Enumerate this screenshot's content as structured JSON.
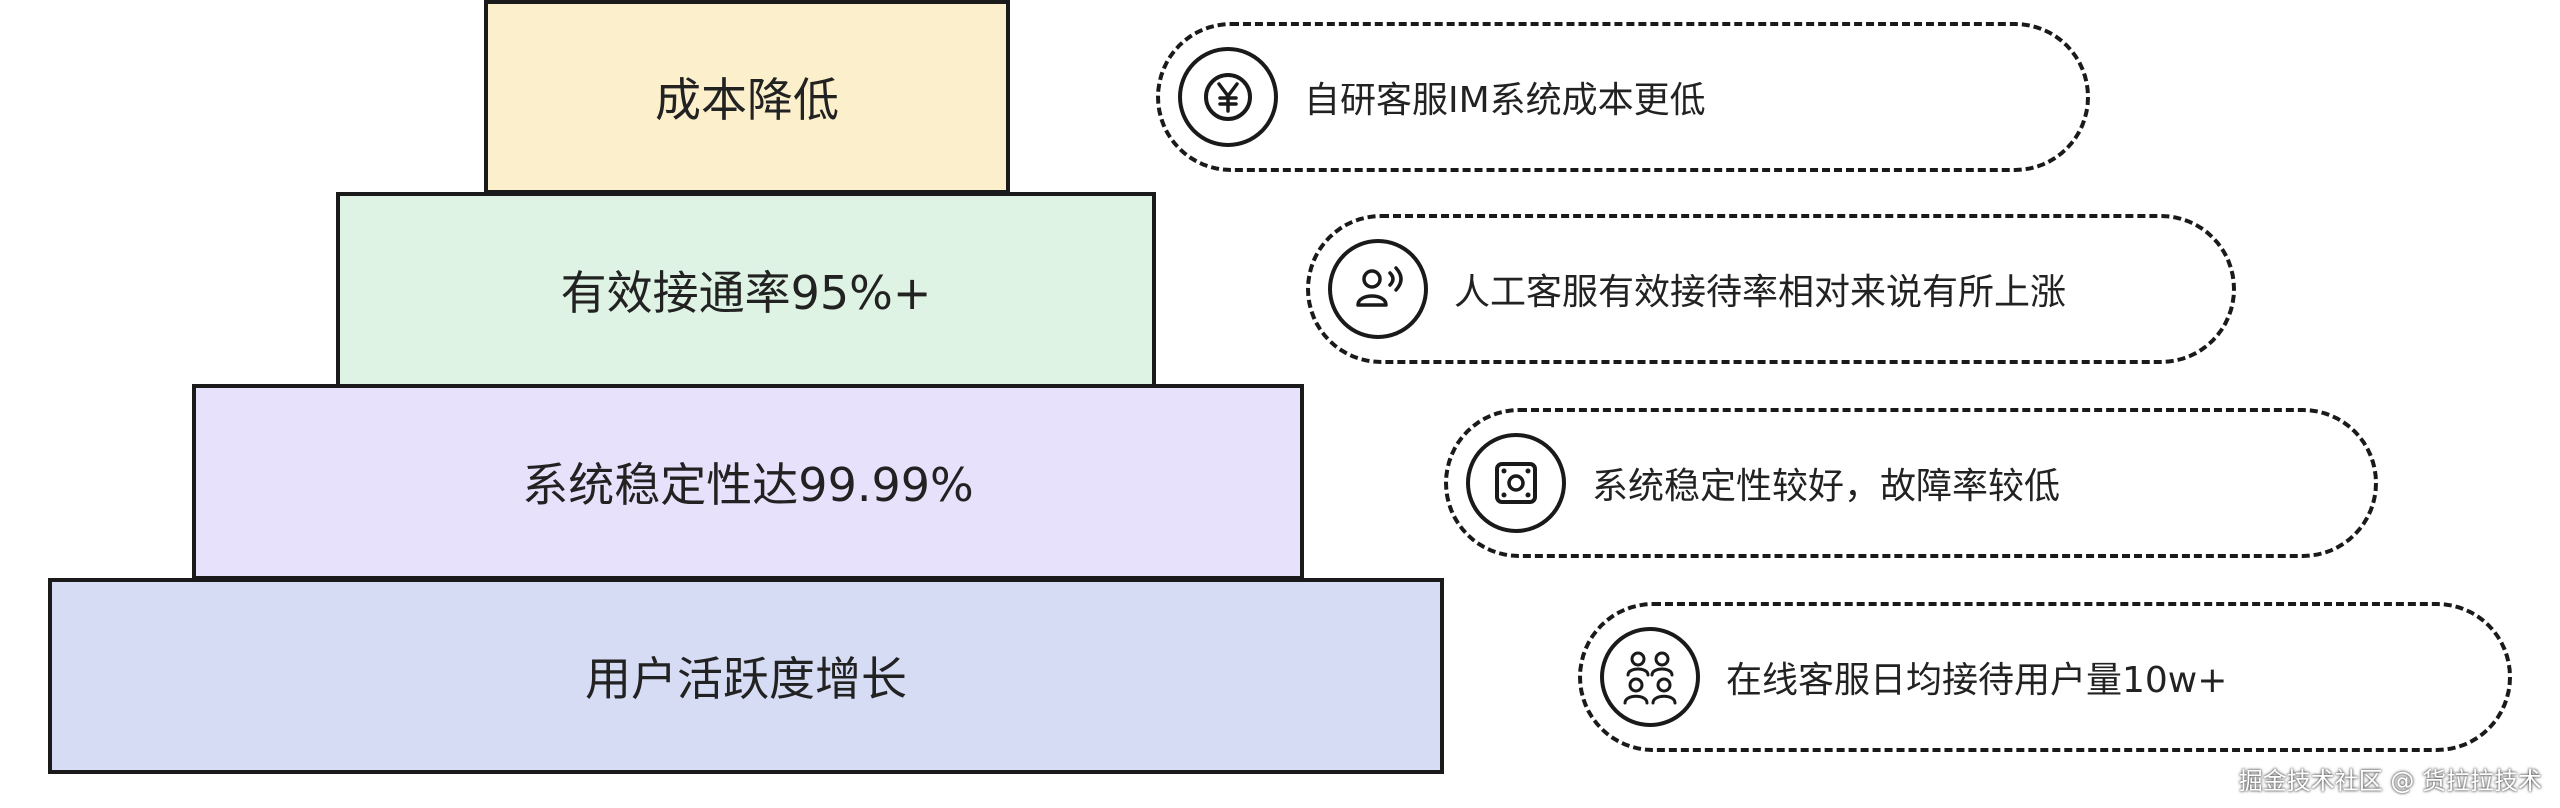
{
  "pyramid": {
    "tiers": [
      {
        "label": "成本降低",
        "color": "#fcf0cc"
      },
      {
        "label": "有效接通率95%+",
        "color": "#dff3e4"
      },
      {
        "label": "系统稳定性达99.99%",
        "color": "#e8e1fb"
      },
      {
        "label": "用户活跃度增长",
        "color": "#d6dcf3"
      }
    ]
  },
  "benefits": [
    {
      "icon": "yen-coin-icon",
      "text": "自研客服IM系统成本更低"
    },
    {
      "icon": "agent-headset-icon",
      "text": "人工客服有效接待率相对来说有所上涨"
    },
    {
      "icon": "system-device-icon",
      "text": "系统稳定性较好，故障率较低"
    },
    {
      "icon": "user-group-icon",
      "text": "在线客服日均接待用户量10w+"
    }
  ],
  "watermark": "掘金技术社区 @ 货拉拉技术"
}
